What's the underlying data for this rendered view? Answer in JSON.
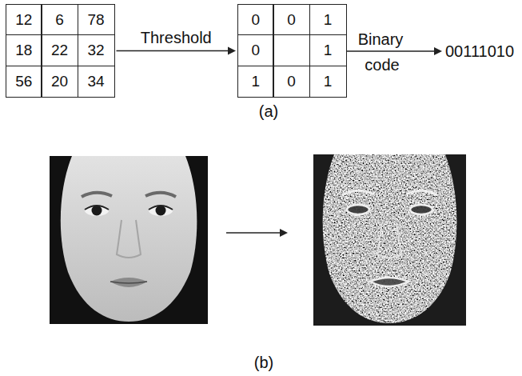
{
  "diagram": {
    "nodes": [
      {
        "text": [
          "12",
          "6",
          "78",
          "18",
          "22",
          "32",
          "56",
          "20",
          "34"
        ]
      },
      {
        "text": [
          "0",
          "0",
          "1",
          "0",
          "1",
          "1",
          "0",
          "1"
        ]
      }
    ],
    "edges": [
      {
        "from": 0,
        "to": 1,
        "arrow": "to",
        "label": "Threshold"
      }
    ],
    "labels": [
      "Binary",
      "code",
      "00111010",
      "(a)",
      "(b)"
    ]
  }
}
